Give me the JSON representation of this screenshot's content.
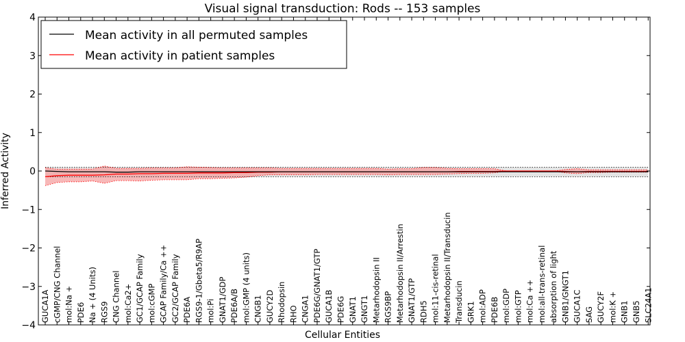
{
  "chart_data": {
    "type": "line",
    "title": "Visual signal transduction: Rods -- 153 samples",
    "xlabel": "Cellular Entities",
    "ylabel": "Inferred Activity",
    "ylim": [
      -4,
      4
    ],
    "yticks": [
      -4,
      -3,
      -2,
      -1,
      0,
      1,
      2,
      3,
      4
    ],
    "grid": false,
    "legend_position": "top-left",
    "categories": [
      "GUCA1A",
      "cGMP/CNG Channel",
      "mol:Na +",
      "PDE6",
      "Na + (4 Units)",
      "RGS9",
      "CNG Channel",
      "mol:Ca2+",
      "GC1/GCAP Family",
      "mol:cGMP",
      "GCAP Family/Ca ++",
      "GC2/GCAP Family",
      "PDE6A",
      "RGS9-1/Gbeta5/R9AP",
      "mol:Pi",
      "GNAT1/GDP",
      "PDE6A/B",
      "mol:GMP (4 units)",
      "CNGB1",
      "GUCY2D",
      "Rhodopsin",
      "RHO",
      "CNGA1",
      "PDE6G/GNAT1/GTP",
      "GUCA1B",
      "PDE6G",
      "GNAT1",
      "GNGT1",
      "Metarhodopsin II",
      "RGS9BP",
      "Metarhodopsin II/Arrestin",
      "GNAT1/GTP",
      "RDH5",
      "mol:11-cis-retinal",
      "Metarhodopsin II/Transducin",
      "Transducin",
      "GRK1",
      "mol:ADP",
      "PDE6B",
      "mol:GDP",
      "mol:GTP",
      "mol:Ca ++",
      "mol:all-trans-retinal",
      "absorption of light",
      "GNB1/GNGT1",
      "GUCA1C",
      "SAG",
      "GUCY2F",
      "mol:K +",
      "GNB1",
      "GNB5",
      "SLC24A1"
    ],
    "series": [
      {
        "name": "Mean activity in all permuted samples",
        "color": "#000000",
        "band_color": "#d8d8d8",
        "values": [
          0.0,
          -0.01,
          -0.02,
          -0.02,
          -0.02,
          -0.02,
          -0.03,
          -0.03,
          -0.02,
          -0.02,
          -0.02,
          -0.02,
          -0.02,
          -0.02,
          -0.02,
          -0.02,
          -0.02,
          -0.02,
          -0.02,
          -0.02,
          -0.02,
          -0.02,
          -0.02,
          -0.02,
          -0.02,
          -0.02,
          -0.02,
          -0.02,
          -0.02,
          -0.02,
          -0.02,
          -0.02,
          -0.02,
          -0.02,
          -0.02,
          -0.02,
          -0.02,
          -0.02,
          -0.02,
          -0.02,
          -0.02,
          -0.02,
          -0.02,
          -0.02,
          -0.02,
          -0.02,
          -0.02,
          -0.02,
          -0.02,
          -0.02,
          -0.02,
          -0.02
        ],
        "lower": [
          -0.15,
          -0.15,
          -0.15,
          -0.15,
          -0.15,
          -0.15,
          -0.15,
          -0.15,
          -0.15,
          -0.15,
          -0.15,
          -0.15,
          -0.15,
          -0.15,
          -0.15,
          -0.15,
          -0.15,
          -0.15,
          -0.15,
          -0.15,
          -0.15,
          -0.15,
          -0.15,
          -0.15,
          -0.15,
          -0.15,
          -0.15,
          -0.15,
          -0.15,
          -0.15,
          -0.15,
          -0.15,
          -0.15,
          -0.15,
          -0.15,
          -0.15,
          -0.15,
          -0.15,
          -0.15,
          -0.15,
          -0.15,
          -0.15,
          -0.15,
          -0.15,
          -0.15,
          -0.15,
          -0.15,
          -0.15,
          -0.15,
          -0.15,
          -0.15,
          -0.15
        ],
        "upper": [
          0.1,
          0.1,
          0.1,
          0.1,
          0.1,
          0.1,
          0.1,
          0.1,
          0.1,
          0.1,
          0.1,
          0.1,
          0.1,
          0.1,
          0.1,
          0.1,
          0.1,
          0.1,
          0.1,
          0.1,
          0.1,
          0.1,
          0.1,
          0.1,
          0.1,
          0.1,
          0.1,
          0.1,
          0.1,
          0.1,
          0.1,
          0.1,
          0.1,
          0.1,
          0.1,
          0.1,
          0.1,
          0.1,
          0.1,
          0.1,
          0.1,
          0.1,
          0.1,
          0.1,
          0.1,
          0.1,
          0.1,
          0.1,
          0.1,
          0.1,
          0.1,
          0.1
        ]
      },
      {
        "name": "Mean activity in patient samples",
        "color": "#ff0000",
        "band_color": "#f4a0a0",
        "values": [
          -0.15,
          -0.12,
          -0.11,
          -0.11,
          -0.11,
          -0.1,
          -0.08,
          -0.08,
          -0.07,
          -0.07,
          -0.06,
          -0.06,
          -0.06,
          -0.05,
          -0.05,
          -0.05,
          -0.04,
          -0.04,
          -0.03,
          -0.03,
          -0.02,
          -0.02,
          -0.02,
          -0.02,
          -0.02,
          -0.02,
          -0.02,
          -0.02,
          -0.02,
          -0.02,
          -0.02,
          -0.02,
          -0.02,
          -0.02,
          -0.02,
          -0.01,
          -0.01,
          -0.01,
          -0.01,
          0.0,
          0.0,
          0.0,
          0.0,
          0.0,
          -0.01,
          -0.02,
          -0.01,
          -0.01,
          -0.01,
          -0.01,
          -0.01,
          -0.01
        ],
        "lower": [
          -0.38,
          -0.3,
          -0.28,
          -0.28,
          -0.26,
          -0.32,
          -0.25,
          -0.25,
          -0.26,
          -0.24,
          -0.23,
          -0.23,
          -0.23,
          -0.2,
          -0.2,
          -0.19,
          -0.18,
          -0.16,
          -0.12,
          -0.1,
          -0.1,
          -0.1,
          -0.1,
          -0.09,
          -0.09,
          -0.09,
          -0.09,
          -0.09,
          -0.09,
          -0.1,
          -0.09,
          -0.09,
          -0.09,
          -0.09,
          -0.08,
          -0.07,
          -0.06,
          -0.06,
          -0.05,
          0.0,
          0.0,
          0.0,
          0.0,
          0.0,
          -0.05,
          -0.07,
          -0.04,
          -0.04,
          -0.03,
          -0.03,
          -0.03,
          -0.03
        ],
        "upper": [
          0.08,
          0.05,
          0.05,
          0.05,
          0.05,
          0.13,
          0.07,
          0.07,
          0.07,
          0.08,
          0.08,
          0.08,
          0.11,
          0.1,
          0.09,
          0.08,
          0.08,
          0.08,
          0.08,
          0.08,
          0.07,
          0.07,
          0.07,
          0.07,
          0.07,
          0.07,
          0.07,
          0.07,
          0.07,
          0.05,
          0.06,
          0.06,
          0.09,
          0.09,
          0.07,
          0.06,
          0.06,
          0.06,
          0.06,
          0.0,
          0.0,
          0.0,
          0.0,
          0.0,
          0.04,
          0.06,
          0.03,
          0.03,
          0.03,
          0.03,
          0.03,
          0.03
        ]
      }
    ]
  }
}
